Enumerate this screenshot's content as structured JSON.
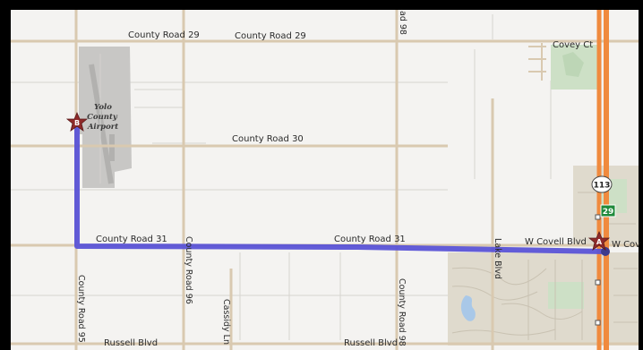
{
  "map": {
    "road_labels": {
      "county_road_29_a": "County Road 29",
      "county_road_29_b": "County Road 29",
      "covey_ct": "Covey Ct",
      "county_road_30": "County Road 30",
      "county_road_31_a": "County Road 31",
      "county_road_31_b": "County Road 31",
      "w_covell_blvd": "W Covell Blvd",
      "w_covell_blvd_cut": "W Cov",
      "lake_blvd": "Lake Blvd",
      "county_road_95": "County Road 95",
      "county_road_96": "County Road 96",
      "county_road_98_top": "ad 98",
      "county_road_98": "County Road 98",
      "cassidy_ln": "Cassidy Ln",
      "russell_blvd_a": "Russell Blvd",
      "russell_blvd_b": "Russell Blvd"
    },
    "airport": {
      "line1": "Yolo",
      "line2": "County",
      "line3": "Airport"
    },
    "shields": {
      "route_113": "113",
      "exit_29": "29"
    },
    "markers": {
      "start": "A",
      "end": "B"
    },
    "colors": {
      "route": "#5a53d6",
      "highway": "#f08a3e",
      "road": "#d9c9b0",
      "urban": "#ddd8cb",
      "park": "#c8dcc4",
      "water": "#a9c8e8",
      "marker": "#8f2a2a"
    }
  }
}
